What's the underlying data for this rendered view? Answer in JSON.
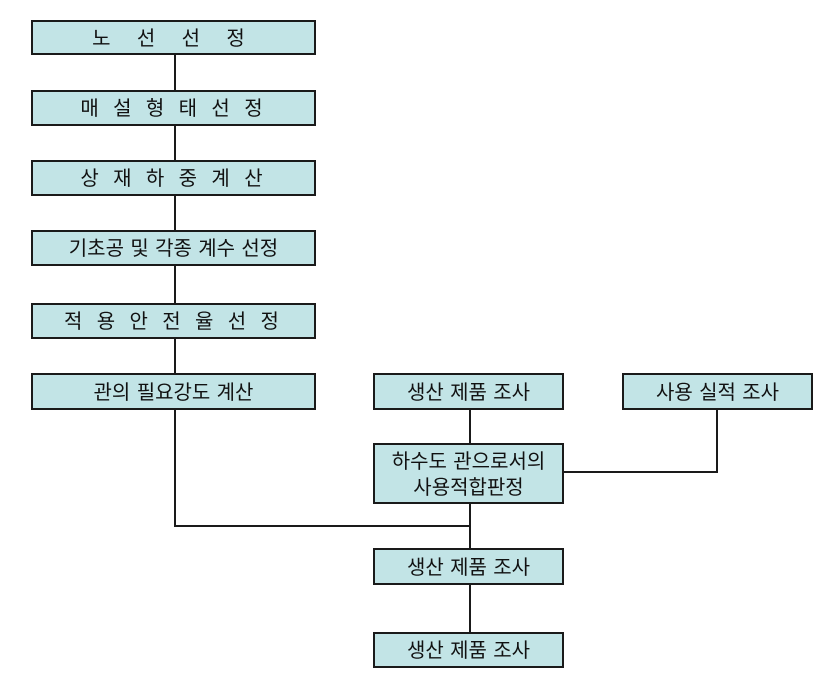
{
  "steps": {
    "route_selection": "노 선  선 정",
    "burial_type_selection": "매 설 형 태 선 정",
    "overburden_load_calc": "상 재 하 중 계 산",
    "foundation_coeff_selection": "기초공 및 각종 계수 선정",
    "safety_factor_selection": "적 용 안 전 율 선 정",
    "required_strength_calc": "관의 필요강도 계산",
    "product_survey": "생산 제품 조사",
    "usage_record_survey": "사용 실적 조사",
    "suitability_judgment": "하수도 관으로서의\n사용적합판정",
    "product_survey_2": "생산 제품 조사",
    "product_survey_3": "생산 제품 조사"
  },
  "colors": {
    "box_fill": "#c2e4e6",
    "box_border": "#1a1a1a",
    "connector": "#1a1a1a"
  }
}
